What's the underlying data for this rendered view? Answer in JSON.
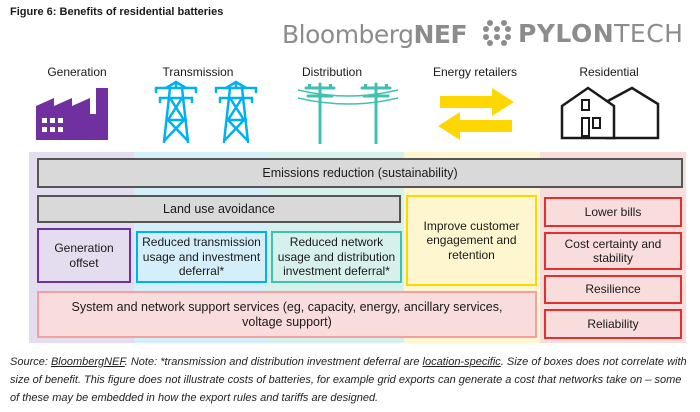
{
  "figure": {
    "title": "Figure 6:  Benefits of residential batteries"
  },
  "logos": {
    "bnef_part1": "Bloomberg",
    "bnef_part2": "NEF",
    "pylon_part1": "PYLON",
    "pylon_part2": "TECH"
  },
  "columns": [
    {
      "label": "Generation",
      "icon": "factory-icon"
    },
    {
      "label": "Transmission",
      "icon": "transmission-tower-icon"
    },
    {
      "label": "Distribution",
      "icon": "distribution-pole-icon"
    },
    {
      "label": "Energy retailers",
      "icon": "exchange-arrows-icon"
    },
    {
      "label": "Residential",
      "icon": "houses-icon"
    }
  ],
  "benefits": {
    "emissions": "Emissions reduction (sustainability)",
    "land_use": "Land use avoidance",
    "customer": "Improve customer engagement and retention",
    "lower_bills": "Lower bills",
    "generation_offset": "Generation offset",
    "reduced_transmission": "Reduced transmission usage and investment deferral*",
    "reduced_network": "Reduced network usage and distribution investment deferral*",
    "cost_certainty": "Cost certainty and stability",
    "resilience": "Resilience",
    "system_support": "System and network support services (eg, capacity, energy, ancillary services, voltage support)",
    "reliability": "Reliability"
  },
  "source": {
    "lead": "Source: ",
    "bnef": "BloombergNEF",
    "note1": ". Note: *transmission and distribution investment deferral are ",
    "location": "location-specific",
    "note2": ". Size of boxes does not correlate with size of benefit. This figure does not illustrate costs of batteries, for example grid exports can generate a cost that networks take on – some of these may be embedded in how the export rules and tariffs are designed."
  },
  "colors": {
    "generation_band": "#e4dcef",
    "transmission_band": "#d4eefa",
    "distribution_band": "#d6f0ec",
    "retailer_band": "#fdf6cf",
    "residential_band": "#f9dcdc",
    "grey_box": "#d9d9d9",
    "purple": "#7030a0",
    "blue": "#00b0f0",
    "teal": "#40c0b0",
    "yellow": "#ffd700",
    "red": "#e03030"
  }
}
